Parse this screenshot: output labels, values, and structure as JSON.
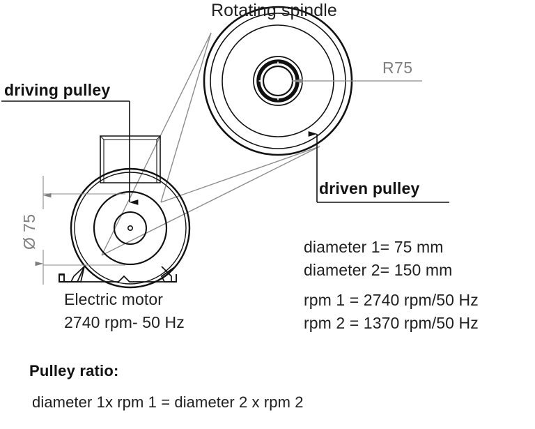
{
  "figure": {
    "type": "mechanical-drawing",
    "subject": "Belt drive between electric motor pulley and rotating spindle"
  },
  "labels": {
    "spindle_title": "Rotating spindle",
    "driving_pulley": "driving pulley",
    "driven_pulley": "driven pulley",
    "motor_name": "Electric motor",
    "motor_rating": "2740 rpm- 50 Hz"
  },
  "dimensions": {
    "motor_pulley_diameter": "Ø 75",
    "spindle_radius": "R75"
  },
  "specs": {
    "lines": [
      "diameter 1= 75 mm",
      "diameter 2= 150 mm",
      "rpm 1 = 2740 rpm/50 Hz",
      "rpm 2 = 1370 rpm/50 Hz"
    ]
  },
  "ratio": {
    "heading": "Pulley ratio:",
    "formula": "diameter 1x rpm 1 = diameter 2 x rpm 2"
  },
  "chart_data": {
    "type": "table",
    "title": "Pulley drive parameters",
    "categories": [
      "diameter 1",
      "diameter 2",
      "rpm 1",
      "rpm 2"
    ],
    "values": [
      75,
      150,
      2740,
      1370
    ],
    "units": [
      "mm",
      "mm",
      "rpm/50 Hz",
      "rpm/50 Hz"
    ],
    "annotations": [
      "Ø 75",
      "R75"
    ]
  },
  "colors": {
    "outline": "#111111",
    "dimension_gray": "#7f7f7f",
    "belt_gray": "#8c8c8c",
    "background": "#ffffff"
  },
  "geometry": {
    "spindle_center": [
      399,
      116
    ],
    "spindle_radii": [
      106,
      97,
      80,
      35,
      28,
      21
    ],
    "motor_center": [
      187,
      327
    ],
    "motor_radii": [
      85,
      80,
      52,
      23,
      3
    ]
  }
}
